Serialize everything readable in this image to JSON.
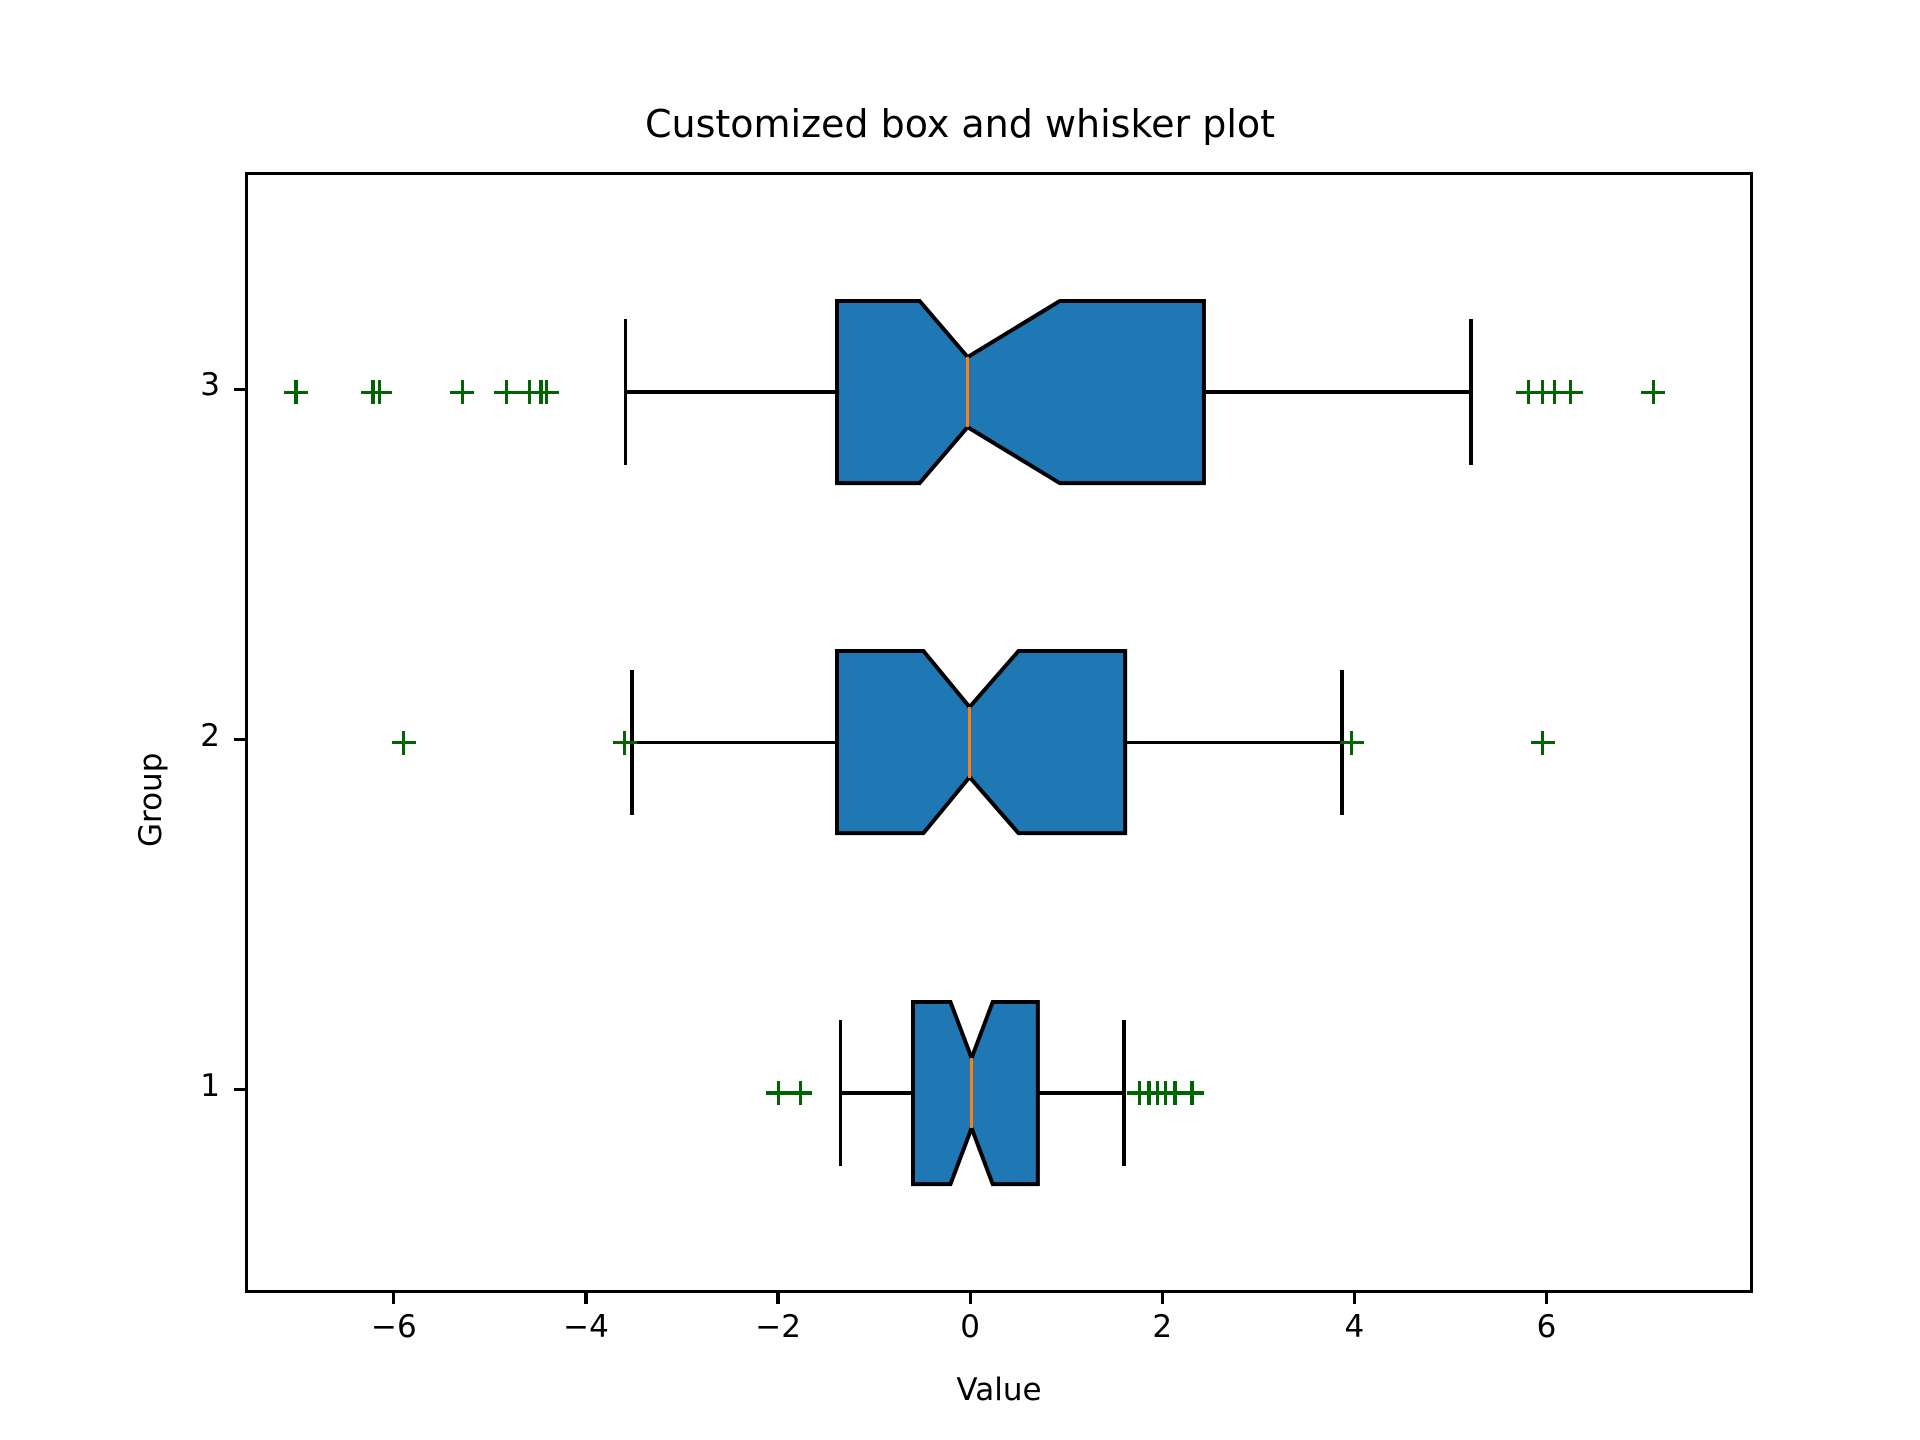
{
  "chart_data": {
    "type": "box",
    "title": "Customized box and whisker plot",
    "xlabel": "Value",
    "ylabel": "Group",
    "orientation": "horizontal",
    "notch": true,
    "grid": false,
    "legend": null,
    "xlim": [
      -7.55,
      8.15
    ],
    "ylim": [
      0.42,
      3.62
    ],
    "xticks": [
      -6,
      -4,
      -2,
      0,
      2,
      4,
      6
    ],
    "xticklabels": [
      "−6",
      "−4",
      "−2",
      "0",
      "2",
      "4",
      "6"
    ],
    "yticks": [
      1,
      2,
      3
    ],
    "yticklabels": [
      "1",
      "2",
      "3"
    ],
    "colors": {
      "box_face": "#1f77b4",
      "box_edge": "#000000",
      "median": "#ff7f0e",
      "whisker": "#000000",
      "cap": "#000000",
      "flier": "#006400",
      "background": "#ffffff"
    },
    "flier_marker": "+",
    "boxes": [
      {
        "group": "1",
        "position": 1,
        "whisker_low": -1.38,
        "q1": -0.63,
        "median": -0.02,
        "q3": 0.67,
        "whisker_high": 1.57,
        "notch_low": -0.24,
        "notch_high": 0.2,
        "box_half_height": 0.26,
        "notch_half_height": 0.1,
        "fliers": [
          -2.03,
          -1.8,
          1.73,
          1.83,
          1.92,
          2.0,
          2.1,
          2.28
        ]
      },
      {
        "group": "2",
        "position": 2,
        "whisker_low": -3.55,
        "q1": -1.42,
        "median": -0.04,
        "q3": 1.58,
        "whisker_high": 3.84,
        "notch_low": -0.52,
        "notch_high": 0.47,
        "box_half_height": 0.26,
        "notch_half_height": 0.1,
        "fliers": [
          -5.93,
          -3.63,
          3.94,
          5.93
        ]
      },
      {
        "group": "3",
        "position": 3,
        "whisker_low": -3.62,
        "q1": -1.42,
        "median": -0.06,
        "q3": 2.4,
        "whisker_high": 5.18,
        "notch_low": -0.56,
        "notch_high": 0.9,
        "box_half_height": 0.26,
        "notch_half_height": 0.1,
        "fliers": [
          -7.05,
          -6.25,
          -6.18,
          -5.32,
          -4.86,
          -4.62,
          -4.5,
          -4.44,
          5.78,
          5.93,
          6.05,
          6.22,
          7.08
        ]
      }
    ]
  }
}
